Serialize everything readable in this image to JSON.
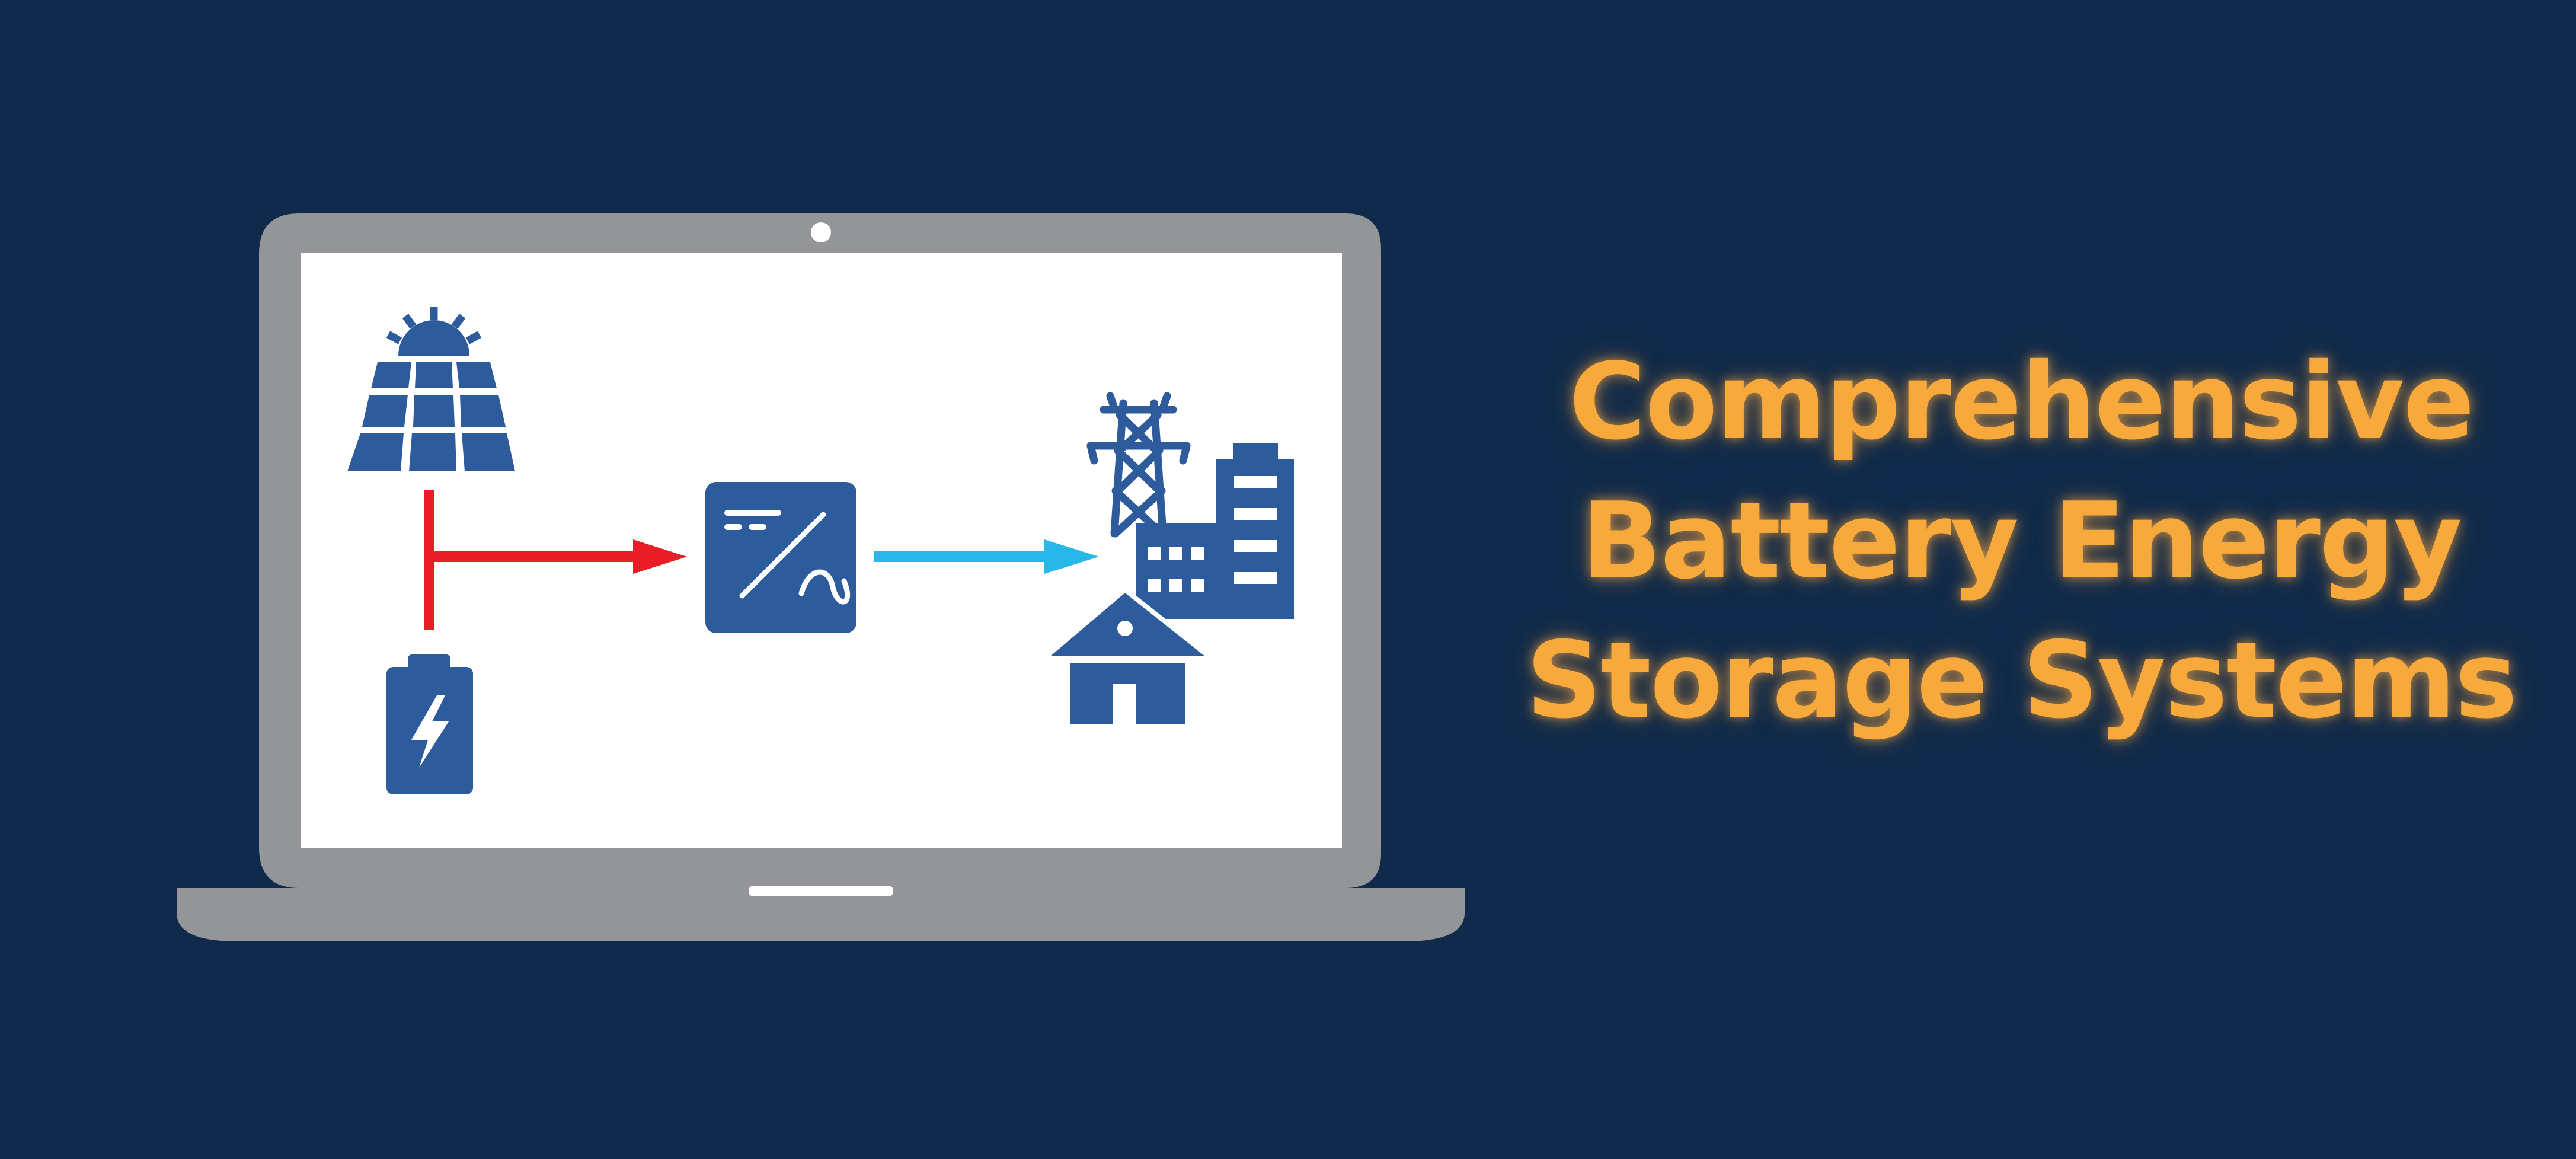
{
  "headline": {
    "lines": [
      "Comprehensive",
      "Battery Energy",
      "Storage Systems"
    ]
  },
  "colors": {
    "background": "#0f2a4a",
    "headline": "#f7a93b",
    "laptop_frame": "#939598",
    "screen": "#ffffff",
    "icon_blue": "#2e5b9c",
    "dc_arrow": "#e81d25",
    "ac_arrow": "#29b7ea"
  },
  "icons": {
    "solar": "solar-panel-icon",
    "battery": "battery-icon",
    "inverter": "inverter-icon",
    "grid": "transmission-tower-icon",
    "buildings": "office-building-icon",
    "home": "house-icon"
  }
}
